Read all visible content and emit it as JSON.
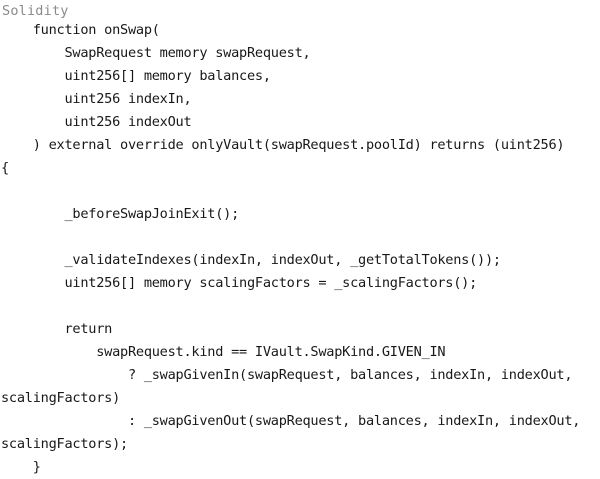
{
  "code_block": {
    "language_label": "Solidity",
    "language_label_color": "#8a8a8a",
    "background_color": "#ffffff",
    "text_color": "#18181a",
    "font": "monospace",
    "line_count": 19,
    "lines": [
      "    function onSwap(",
      "        SwapRequest memory swapRequest,",
      "        uint256[] memory balances,",
      "        uint256 indexIn,",
      "        uint256 indexOut",
      "    ) external override onlyVault(swapRequest.poolId) returns (uint256)",
      "{",
      "",
      "        _beforeSwapJoinExit();",
      "",
      "        _validateIndexes(indexIn, indexOut, _getTotalTokens());",
      "        uint256[] memory scalingFactors = _scalingFactors();",
      "",
      "        return",
      "            swapRequest.kind == IVault.SwapKind.GIVEN_IN",
      "                ? _swapGivenIn(swapRequest, balances, indexIn, indexOut,",
      "scalingFactors)",
      "                : _swapGivenOut(swapRequest, balances, indexIn, indexOut,",
      "scalingFactors);",
      "    }"
    ]
  }
}
